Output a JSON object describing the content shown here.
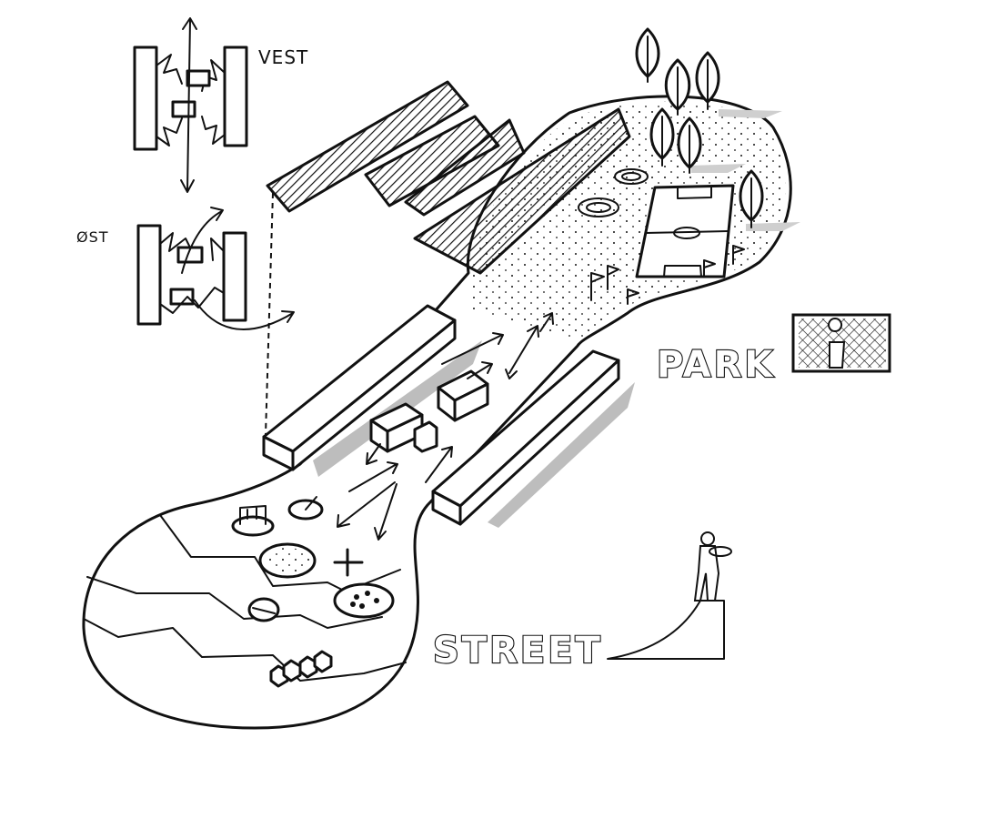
{
  "labels": {
    "vest": "VEST",
    "ost": "ØST",
    "park": "PARK",
    "street": "STREET"
  },
  "icons": [
    "tree-icon",
    "goal-icon",
    "skater-icon",
    "football-pitch-icon",
    "flag-icon",
    "arrow-icon"
  ],
  "colors": {
    "ink": "#111111",
    "shadow": "#cfcfcf",
    "paper": "#ffffff"
  }
}
